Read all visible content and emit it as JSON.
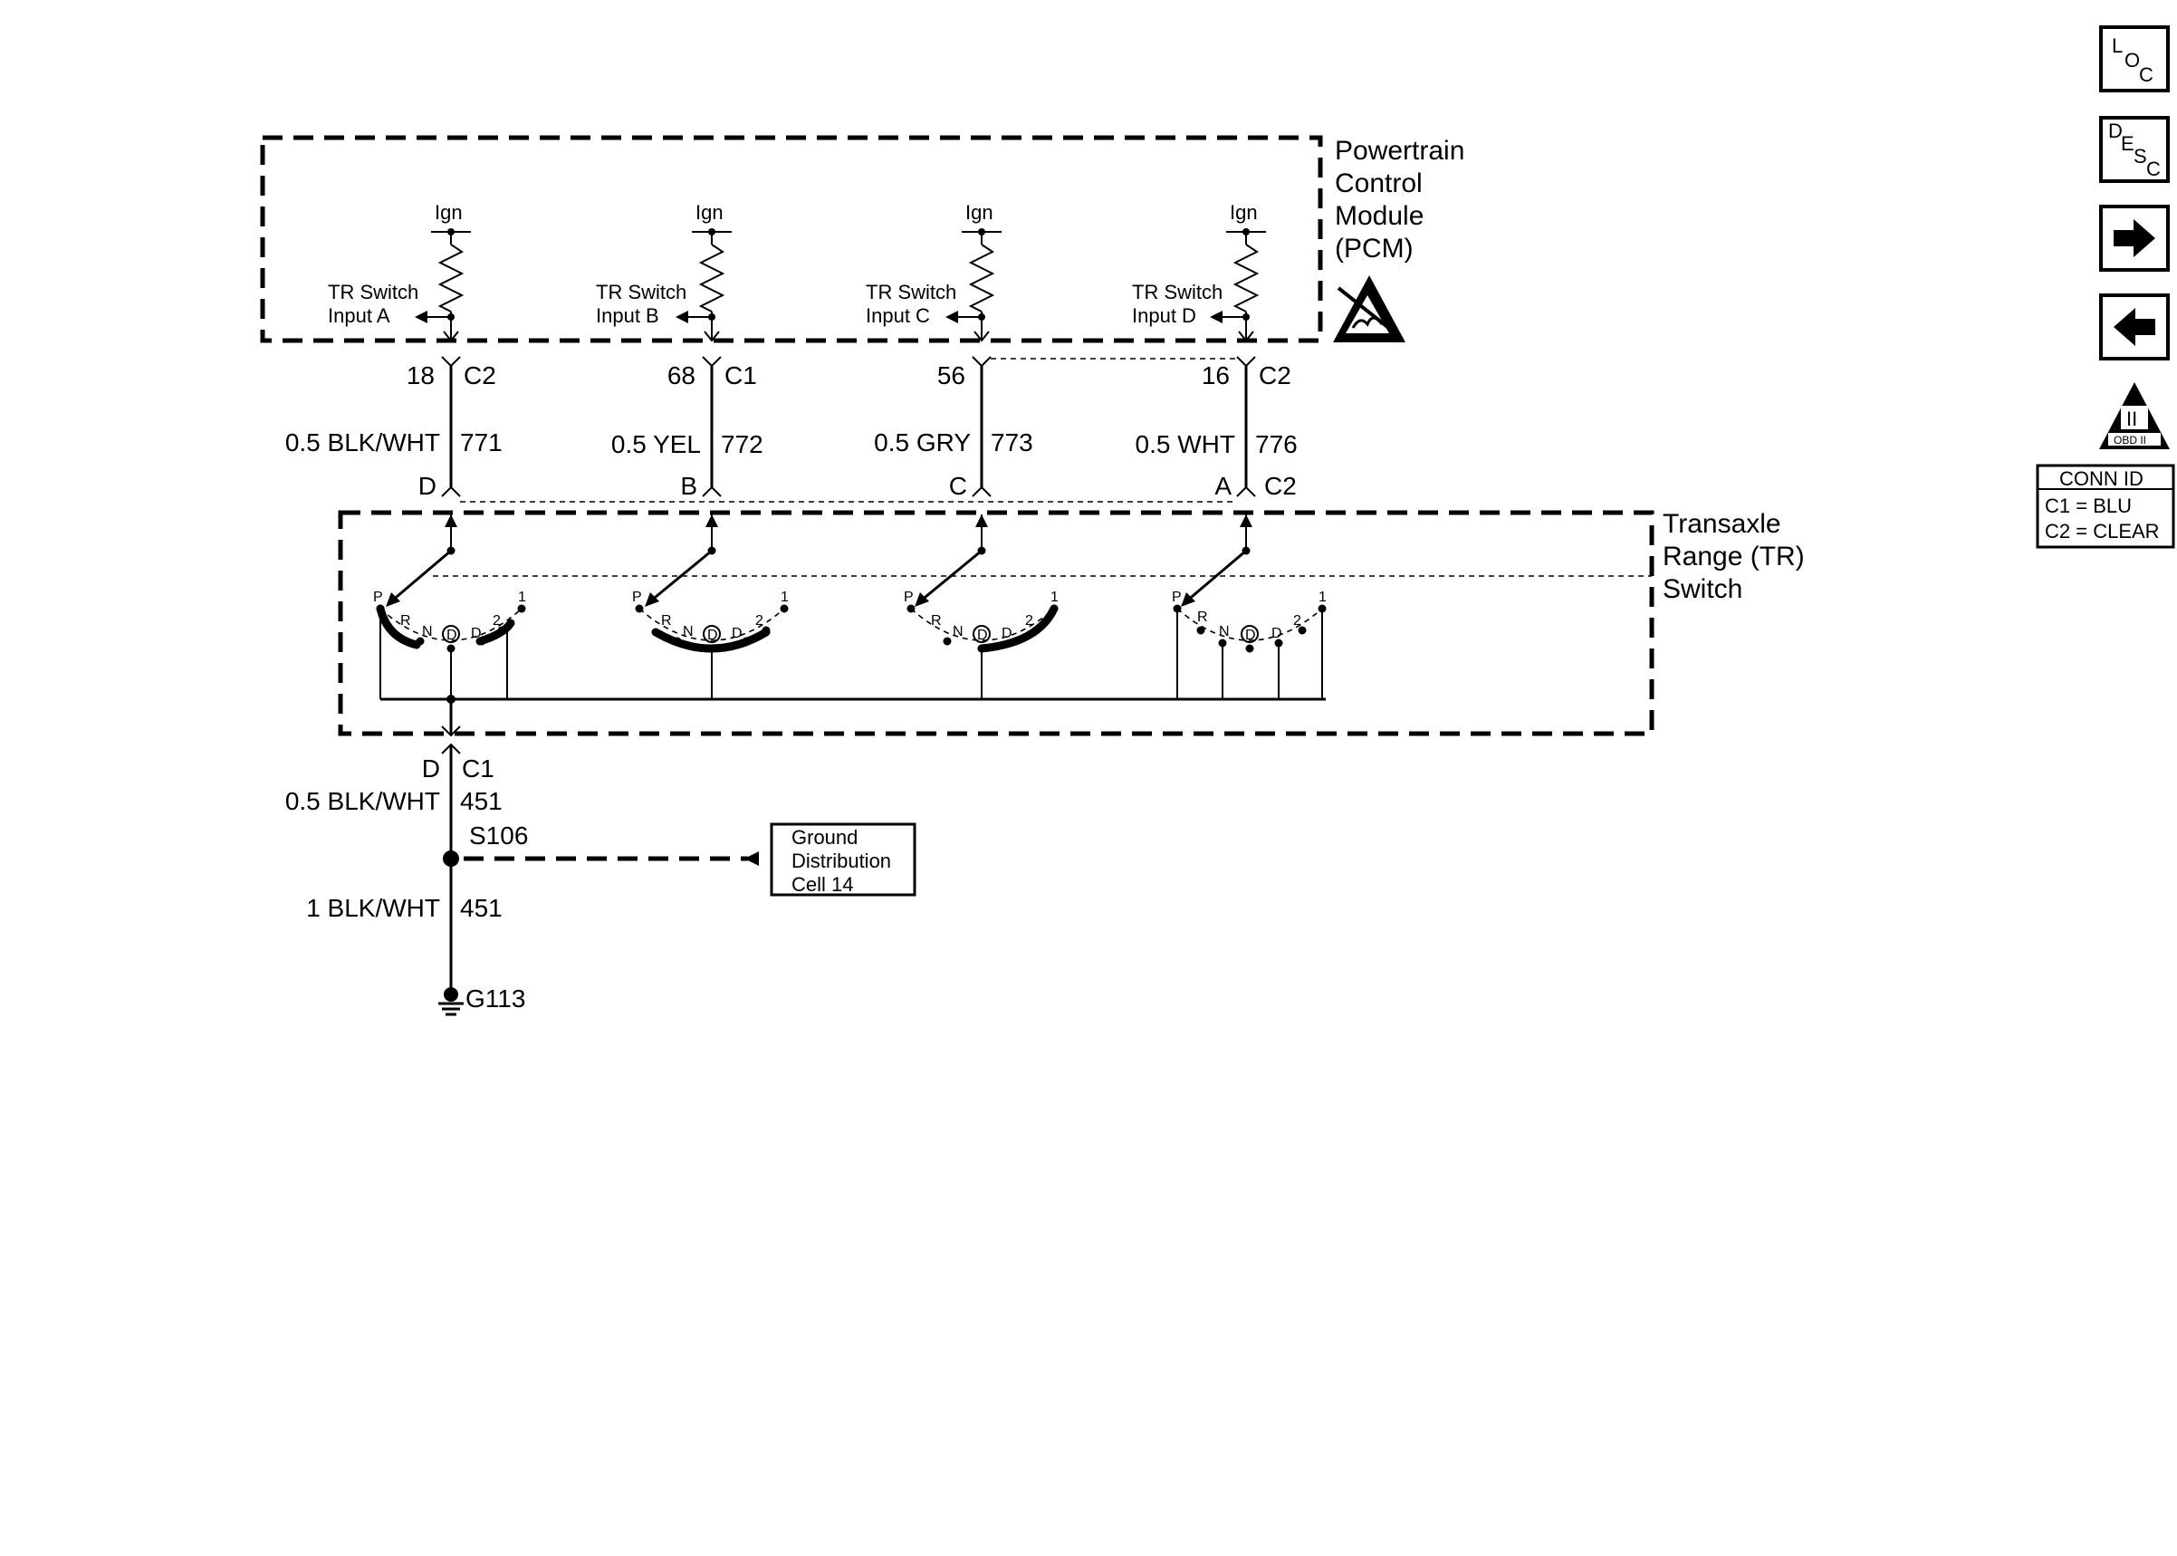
{
  "pcm": {
    "title_lines": [
      "Powertrain",
      "Control",
      "Module",
      "(PCM)"
    ],
    "ign_label": "Ign",
    "inputs": [
      {
        "line1": "TR Switch",
        "line2": "Input A"
      },
      {
        "line1": "TR Switch",
        "line2": "Input B"
      },
      {
        "line1": "TR Switch",
        "line2": "Input C"
      },
      {
        "line1": "TR Switch",
        "line2": "Input D"
      }
    ]
  },
  "circuits": [
    {
      "pin": "18",
      "conn": "C2",
      "wire": "0.5 BLK/WHT",
      "circuit": "771",
      "switch_pin": "D"
    },
    {
      "pin": "68",
      "conn": "C1",
      "wire": "0.5 YEL",
      "circuit": "772",
      "switch_pin": "B"
    },
    {
      "pin": "56",
      "conn": "",
      "wire": "0.5 GRY",
      "circuit": "773",
      "switch_pin": "C"
    },
    {
      "pin": "16",
      "conn": "C2",
      "wire": "0.5 WHT",
      "circuit": "776",
      "switch_pin": "A"
    }
  ],
  "tr_switch": {
    "title_lines": [
      "Transaxle",
      "Range (TR)",
      "Switch"
    ],
    "switch_conn": "C2",
    "positions": [
      "P",
      "R",
      "N",
      "D",
      "D",
      "2",
      "1"
    ]
  },
  "ground": {
    "pin": "D",
    "conn": "C1",
    "wire1": "0.5 BLK/WHT",
    "circuit1": "451",
    "splice": "S106",
    "wire2": "1 BLK/WHT",
    "circuit2": "451",
    "ground_id": "G113",
    "ref_lines": [
      "Ground",
      "Distribution",
      "Cell 14"
    ]
  },
  "side_nav": {
    "loc": {
      "big": "L",
      "mid": "O",
      "small": "C"
    },
    "desc": {
      "a": "D",
      "b": "E",
      "c": "S",
      "d": "C"
    },
    "next_icon": "arrow-right-icon",
    "prev_icon": "arrow-left-icon",
    "obd_roman": "II",
    "obd_label": "OBD II"
  },
  "conn_id": {
    "title": "CONN ID",
    "rows": [
      "C1 = BLU",
      "C2 = CLEAR"
    ]
  }
}
